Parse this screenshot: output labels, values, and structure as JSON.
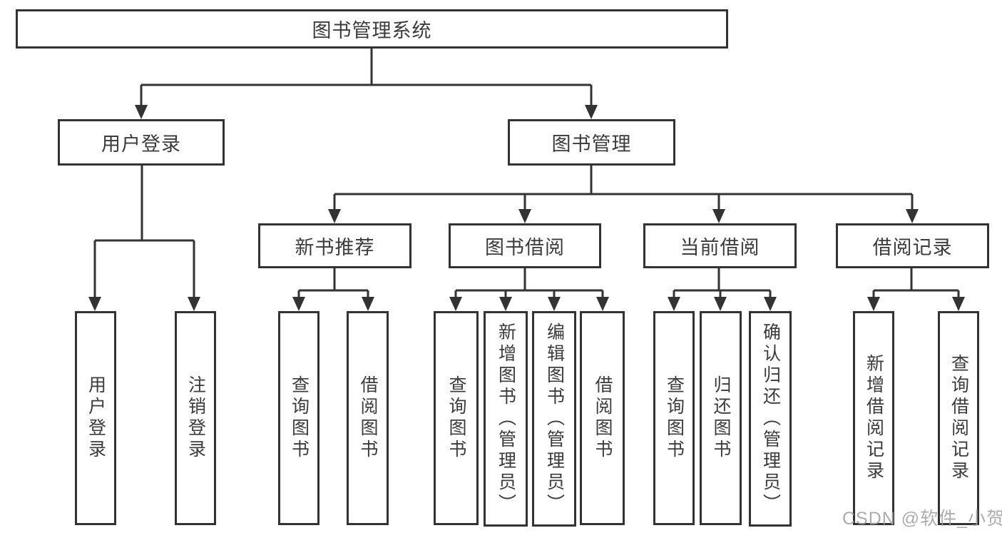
{
  "diagram": {
    "root": {
      "label": "图书管理系统"
    },
    "branches": [
      {
        "label": "用户登录",
        "children": [
          "用户登录",
          "注销登录"
        ]
      },
      {
        "label": "图书管理",
        "groups": [
          {
            "label": "新书推荐",
            "children": [
              "查询图书",
              "借阅图书"
            ]
          },
          {
            "label": "图书借阅",
            "children": [
              "查询图书",
              "新增图书（管理员）",
              "编辑图书（管理员）",
              "借阅图书"
            ]
          },
          {
            "label": "当前借阅",
            "children": [
              "查询图书",
              "归还图书",
              "确认归还（管理员）"
            ]
          },
          {
            "label": "借阅记录",
            "children": [
              "新增借阅记录",
              "查询借阅记录"
            ]
          }
        ]
      }
    ],
    "watermark": "CSDN @软件_小贺同学",
    "colors": {
      "line": "#333333",
      "box_border": "#333333",
      "box_fill": "#ffffff",
      "text": "#3b3b3b",
      "watermark": "#9e9e9e",
      "background": "#ffffff"
    }
  }
}
